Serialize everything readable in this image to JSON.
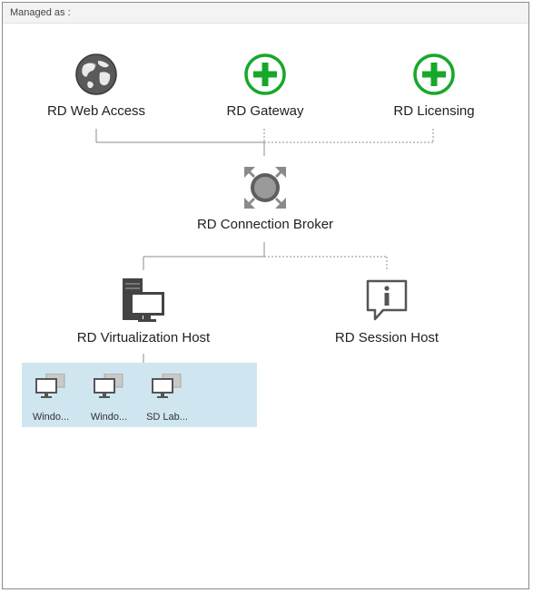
{
  "header": {
    "label": "Managed as :"
  },
  "nodes": {
    "web_access": {
      "label": "RD Web Access",
      "icon": "globe-icon"
    },
    "gateway": {
      "label": "RD Gateway",
      "icon": "add-role-icon"
    },
    "licensing": {
      "label": "RD Licensing",
      "icon": "add-role-icon"
    },
    "connection_broker": {
      "label": "RD Connection Broker",
      "icon": "broker-icon"
    },
    "virtualization_host": {
      "label": "RD Virtualization Host",
      "icon": "server-monitor-icon"
    },
    "session_host": {
      "label": "RD Session Host",
      "icon": "info-callout-icon"
    }
  },
  "virtual_desktops": [
    {
      "label": "Windo..."
    },
    {
      "label": "Windo..."
    },
    {
      "label": "SD Lab..."
    }
  ],
  "colors": {
    "add_role_green": "#17a82a",
    "vm_panel": "#cfe6f0",
    "connector": "#8c8c8c"
  }
}
